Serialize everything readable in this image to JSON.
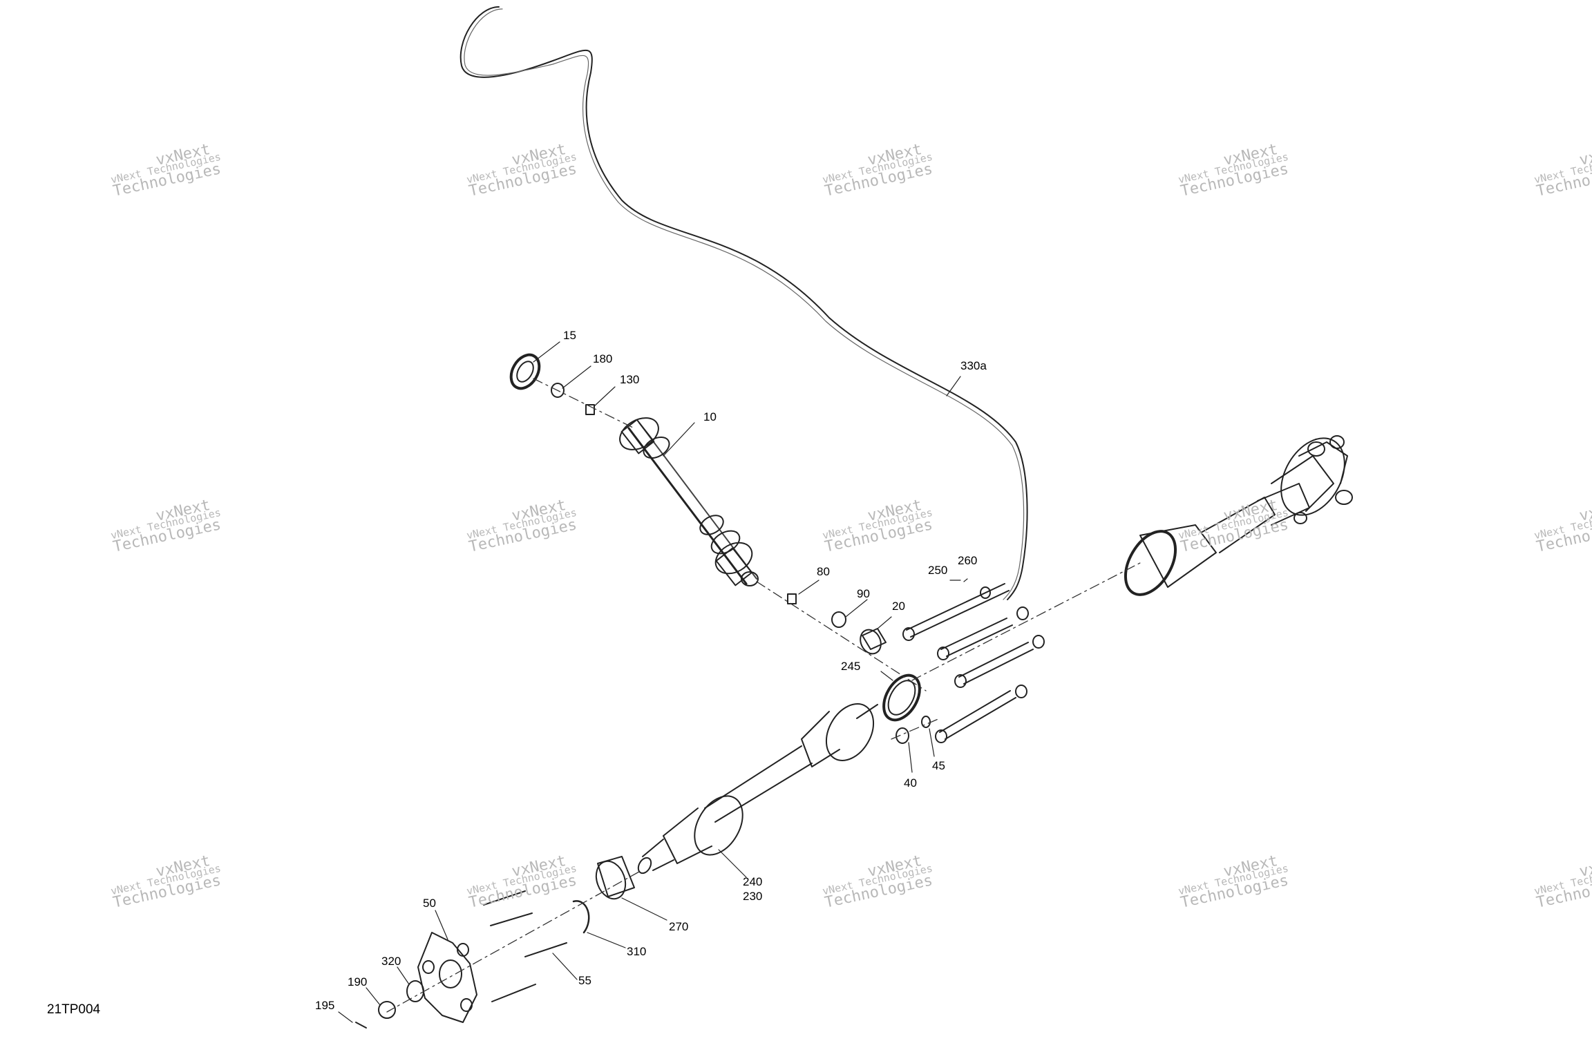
{
  "figure_code": "21TP004",
  "watermark": {
    "top": "vxNext",
    "line1": "vNext Technologies",
    "line2": "Technologies"
  },
  "callouts": {
    "c15": "15",
    "c180": "180",
    "c130": "130",
    "c10": "10",
    "c330a": "330a",
    "c80": "80",
    "c90": "90",
    "c20": "20",
    "c250": "250",
    "c260": "260",
    "c245": "245",
    "c45": "45",
    "c40": "40",
    "c240": "240",
    "c230": "230",
    "c270": "270",
    "c310": "310",
    "c55": "55",
    "c50": "50",
    "c320": "320",
    "c190": "190",
    "c195": "195"
  }
}
